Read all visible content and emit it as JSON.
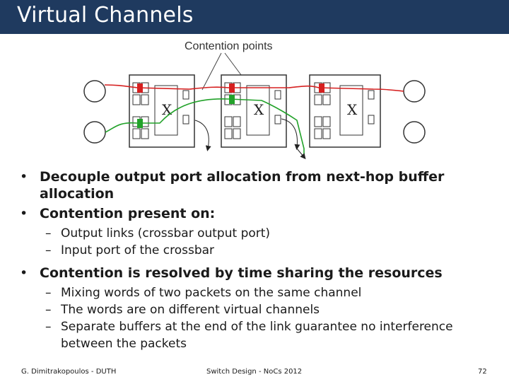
{
  "slide": {
    "title": "Virtual Channels"
  },
  "figure": {
    "callout_label": "Contention points",
    "router_symbol": "X"
  },
  "bullets": [
    {
      "text": "Decouple output port allocation from next-hop buffer allocation",
      "children": []
    },
    {
      "text": "Contention present on:",
      "children": [
        "Output links (crossbar output port)",
        "Input port of the crossbar"
      ]
    },
    {
      "text": "Contention is  resolved by time sharing the resources",
      "children": [
        "Mixing words of two packets on the same channel",
        "The words are on different virtual channels",
        "Separate buffers at the end of the link guarantee no interference between the packets"
      ]
    }
  ],
  "footer": {
    "left": "G. Dimitrakopoulos - DUTH",
    "center": "Switch Design - NoCs 2012",
    "page": "72"
  },
  "colors": {
    "title_bar": "#1f3a5f",
    "red_path": "#d62020",
    "green_path": "#22a22a"
  }
}
